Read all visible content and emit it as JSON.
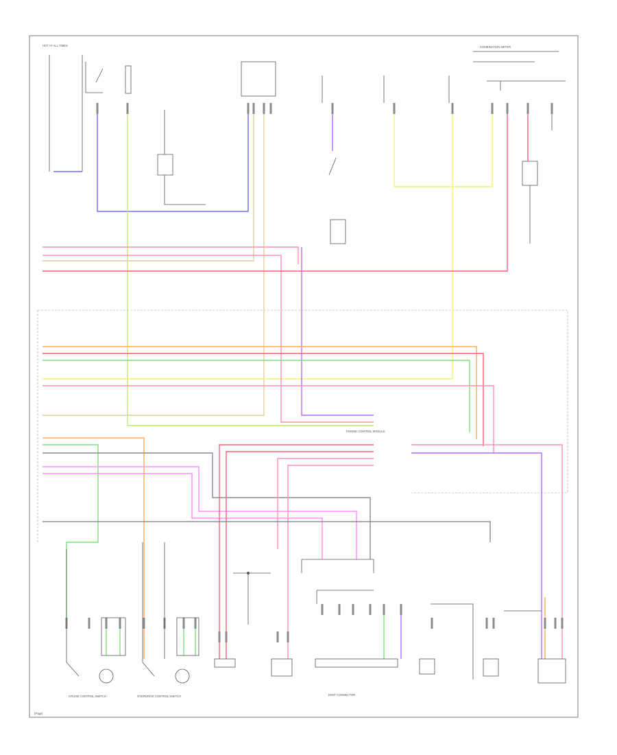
{
  "colors": {
    "blue": "#6b6bff",
    "lightblue": "#9fb6ff",
    "green": "#b8f06a",
    "brightgreen": "#7be07b",
    "yellow": "#f2f26a",
    "pink": "#ff8fae",
    "red": "#ff5c77",
    "orange": "#ffab5c",
    "violet": "#b06bff",
    "magenta": "#ff8cff",
    "tan": "#d9cfa0",
    "gray": "#8a8a8a",
    "black": "#222222"
  },
  "labels": {
    "hot_at_all_times": "HOT AT ALL TIMES",
    "combination_meter": "COMBINATION METER",
    "cruise_control_switch": "CRUISE CONTROL SWITCH",
    "overdrive_control_switch": "OVERDRIVE CONTROL SWITCH",
    "engine_control_module": "ENGINE CONTROL MODULE",
    "joint_connector": "JOINT CONNECTOR",
    "page_ref": "(Page)"
  }
}
